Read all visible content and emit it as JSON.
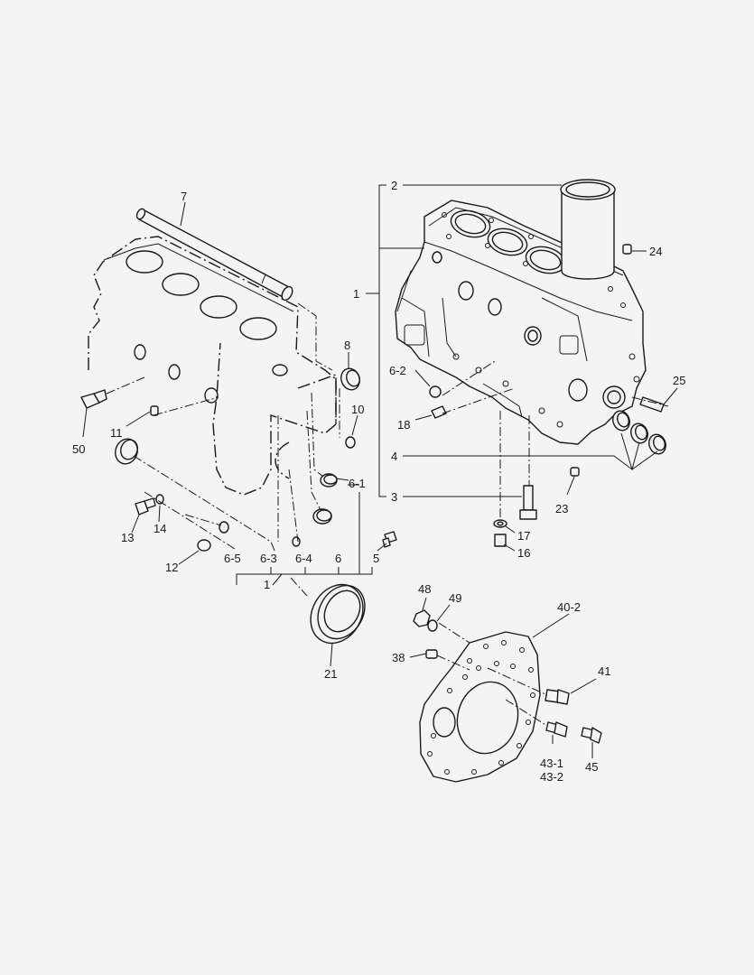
{
  "callouts": {
    "c1_right": "1",
    "c1_bottom": "1",
    "c2": "2",
    "c3": "3",
    "c4": "4",
    "c5": "5",
    "c6": "6",
    "c6_1": "6-1",
    "c6_2": "6-2",
    "c6_3": "6-3",
    "c6_4": "6-4",
    "c6_5": "6-5",
    "c7": "7",
    "c8": "8",
    "c10": "10",
    "c11": "11",
    "c12": "12",
    "c13": "13",
    "c14": "14",
    "c16": "16",
    "c17": "17",
    "c18": "18",
    "c21": "21",
    "c23": "23",
    "c24": "24",
    "c25": "25",
    "c38": "38",
    "c40_2": "40-2",
    "c41": "41",
    "c43_1": "43-1",
    "c43_2": "43-2",
    "c45": "45",
    "c48": "48",
    "c49": "49",
    "c50": "50"
  },
  "parts": {
    "cylinder_block": "cylinder-block",
    "cylinder_liner": "cylinder-liner",
    "end_plate": "end-plate",
    "oil_seal": "oil-seal",
    "tube": "tube"
  }
}
